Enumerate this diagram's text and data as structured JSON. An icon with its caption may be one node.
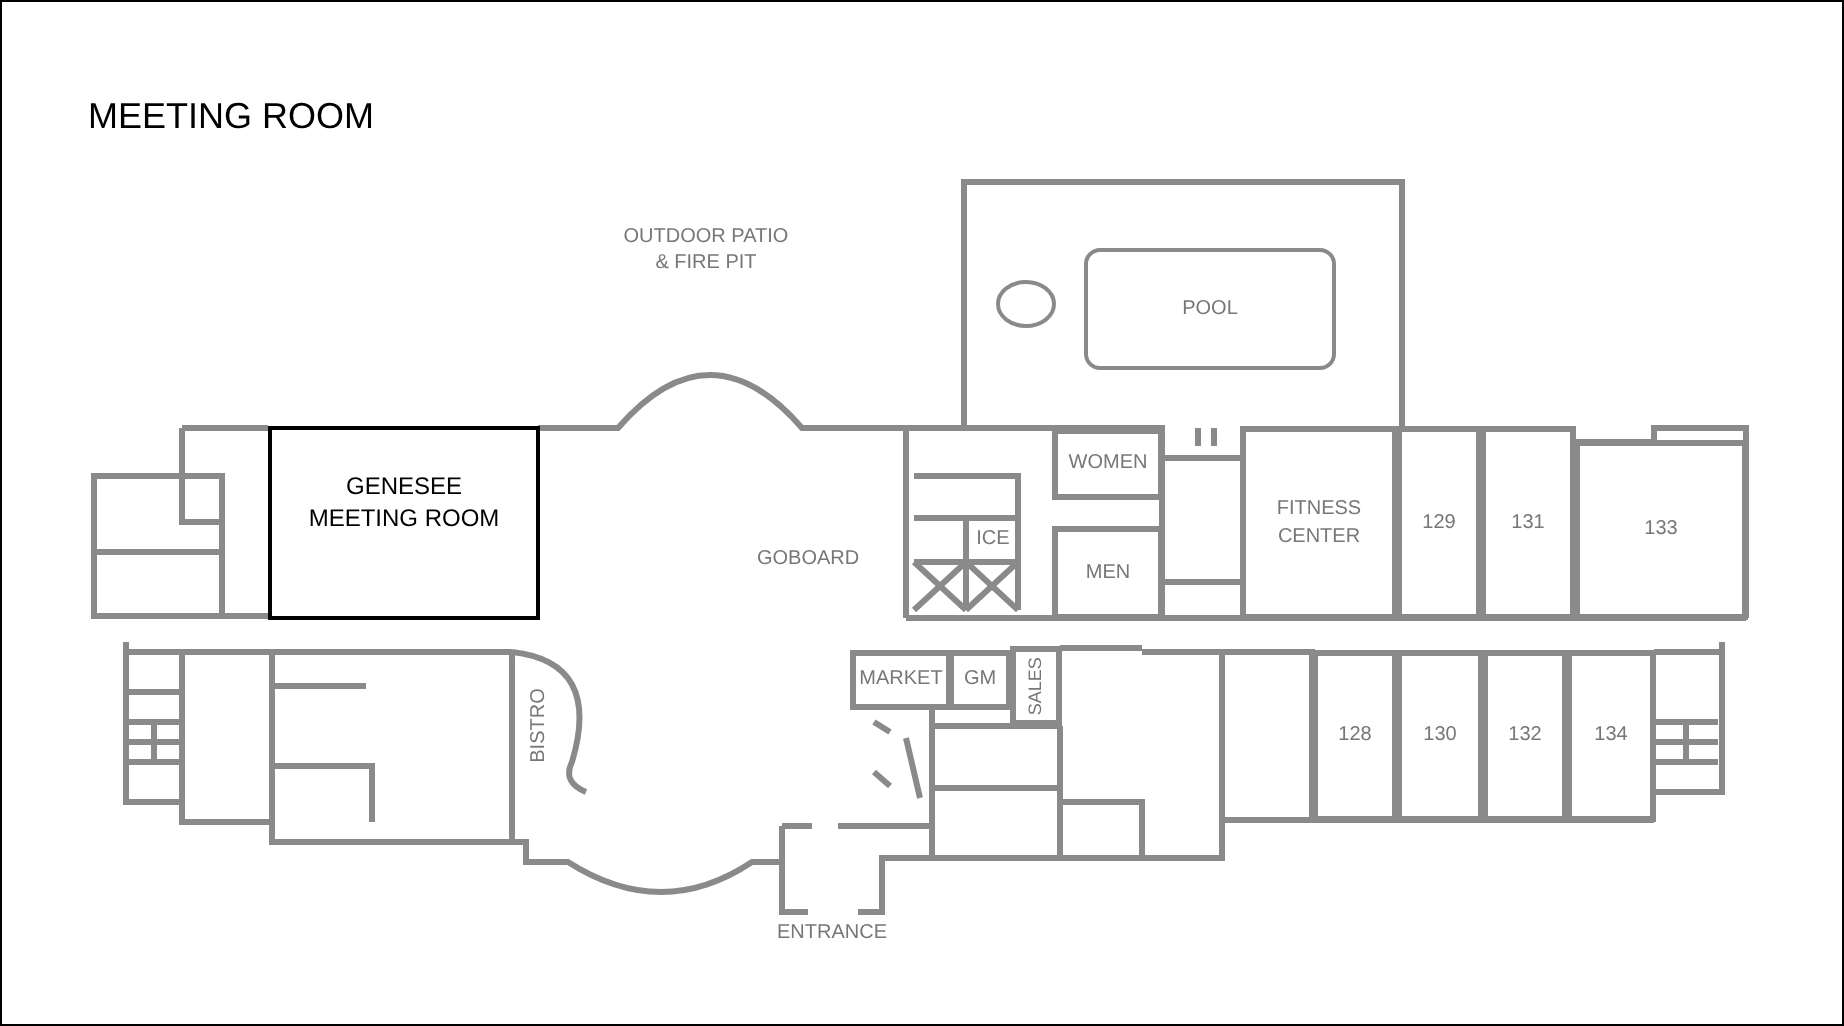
{
  "diagram": {
    "title": "MEETING ROOM",
    "nodes": [
      {
        "text": [
          "GENESEE MEETING ROOM"
        ]
      },
      {
        "text": [
          "POOL"
        ]
      },
      {
        "text": [
          "WOMEN"
        ]
      },
      {
        "text": [
          "ICE"
        ]
      },
      {
        "text": [
          "MEN"
        ]
      },
      {
        "text": [
          "FITNESS CENTER"
        ]
      },
      {
        "text": [
          "129"
        ]
      },
      {
        "text": [
          "131"
        ]
      },
      {
        "text": [
          "133"
        ]
      },
      {
        "text": [
          "MARKET"
        ]
      },
      {
        "text": [
          "GM"
        ]
      },
      {
        "text": [
          "SALES"
        ]
      },
      {
        "text": [
          "128"
        ]
      },
      {
        "text": [
          "130"
        ]
      },
      {
        "text": [
          "132"
        ]
      },
      {
        "text": [
          "134"
        ]
      }
    ],
    "edges": [],
    "labels": [
      "OUTDOOR PATIO & FIRE PIT",
      "GOBOARD",
      "BISTRO",
      "ENTRANCE"
    ]
  }
}
